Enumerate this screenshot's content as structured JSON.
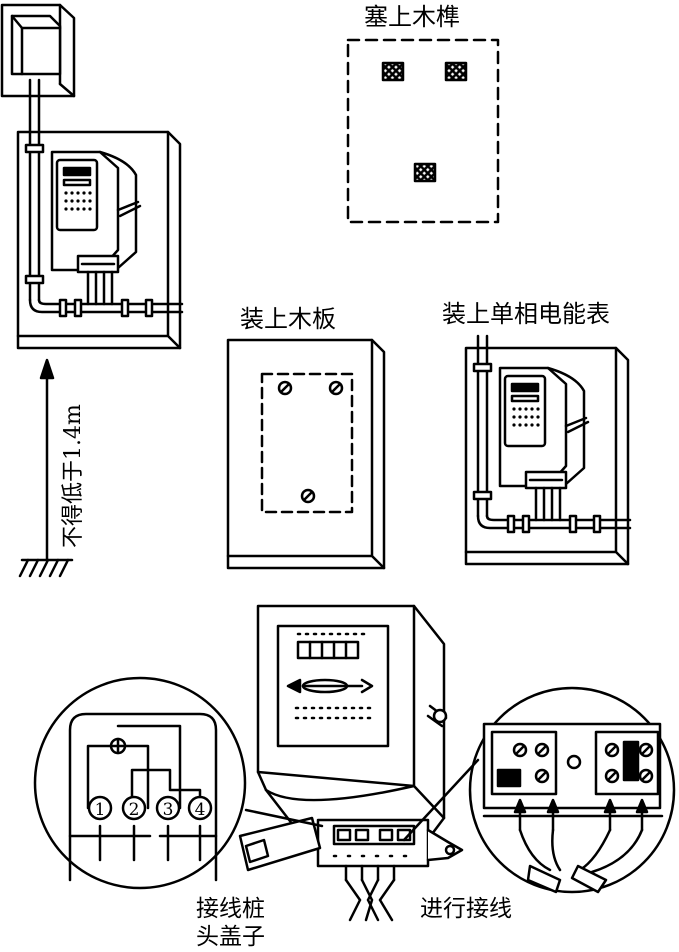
{
  "labels": {
    "wooden_plugs": "塞上木榫",
    "mount_board": "装上木板",
    "mount_meter": "装上单相电能表",
    "height_note": "不得低于1.4m",
    "terminal_cover_line1": "接线桩",
    "terminal_cover_line2": "头盖子",
    "do_wiring": "进行接线"
  },
  "terminal_numbers": [
    "1",
    "2",
    "3",
    "4"
  ]
}
